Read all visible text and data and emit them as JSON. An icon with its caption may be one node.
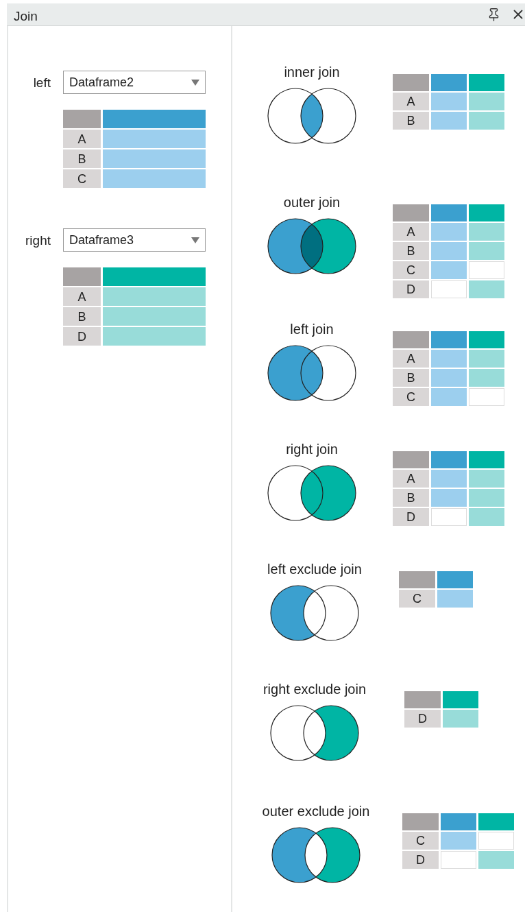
{
  "diagram": {
    "title": "Join",
    "nodes": [
      {
        "text": [
          "inner join"
        ]
      },
      {
        "text": [
          "outer join"
        ]
      },
      {
        "text": [
          "left join"
        ]
      },
      {
        "text": [
          "right join"
        ]
      },
      {
        "text": [
          "left exclude join"
        ]
      },
      {
        "text": [
          "right exclude join"
        ]
      },
      {
        "text": [
          "outer exclude join"
        ]
      }
    ],
    "labels": [
      "left",
      "Dataframe2",
      "A",
      "B",
      "C",
      "right",
      "Dataframe3",
      "A",
      "B",
      "D",
      "A",
      "B",
      "A",
      "B",
      "C",
      "D",
      "A",
      "B",
      "C",
      "A",
      "B",
      "D",
      "C",
      "D",
      "C",
      "D"
    ]
  }
}
